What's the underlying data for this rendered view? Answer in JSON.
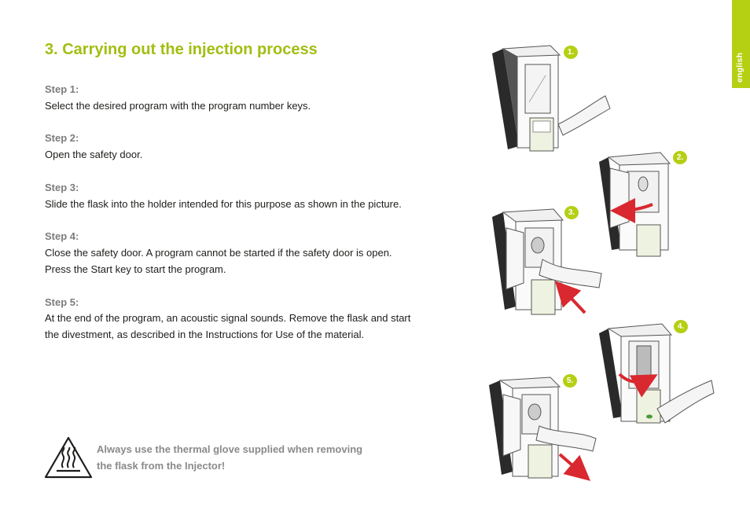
{
  "lang_tab": "english",
  "title": "3. Carrying out the injection process",
  "steps": [
    {
      "label": "Step 1:",
      "lines": [
        "Select the desired program with the program number keys."
      ]
    },
    {
      "label": "Step 2:",
      "lines": [
        "Open the safety door."
      ]
    },
    {
      "label": "Step 3:",
      "lines": [
        "Slide the flask into the holder intended for this purpose as shown in the picture."
      ]
    },
    {
      "label": "Step 4:",
      "lines": [
        "Close the safety door. A program cannot be started if the safety door is open.",
        "Press the Start key to start the program."
      ]
    },
    {
      "label": "Step 5:",
      "lines": [
        "At the end of the program, an acoustic signal sounds. Remove the flask and start",
        "the divestment, as described in the Instructions for Use of the material."
      ]
    }
  ],
  "warning": {
    "lines": [
      "Always use the thermal glove supplied when removing",
      "the flask from the Injector!"
    ],
    "icon": "hot-surface-warning-icon"
  },
  "illustrations": {
    "badges": [
      "1.",
      "2.",
      "3.",
      "4.",
      "5."
    ]
  },
  "colors": {
    "accent": "#b5cf13",
    "title": "#a3bd11",
    "step_label": "#7c7c7c",
    "arrow": "#d9282f"
  }
}
